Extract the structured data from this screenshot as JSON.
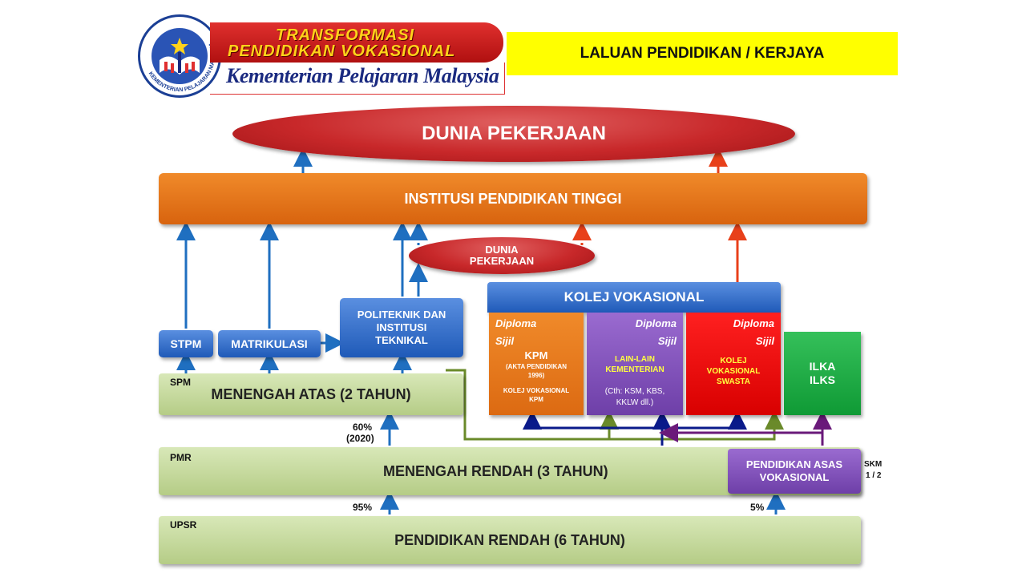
{
  "header": {
    "logo_ring": "KEMENTERIAN PELAJARAN MALAYSIA",
    "title_line1": "TRANSFORMASI",
    "title_line2": "PENDIDIKAN VOKASIONAL",
    "subtitle": "Kementerian Pelajaran Malaysia",
    "route_title": "LALUAN PENDIDIKAN / KERJAYA"
  },
  "diagram": {
    "dunia_top": "DUNIA PEKERJAAN",
    "ipt": "INSTITUSI PENDIDIKAN TINGGI",
    "dunia_mid_1": "DUNIA",
    "dunia_mid_2": "PEKERJAAN",
    "kolej_vok": "KOLEJ VOKASIONAL",
    "stpm": "STPM",
    "matrikulasi": "MATRIKULASI",
    "politeknik_1": "POLITEKNIK  DAN",
    "politeknik_2": "INSTITUSI",
    "politeknik_3": "TEKNIKAL",
    "col_kpm": {
      "diploma": "Diploma",
      "sijil": "Sijil",
      "title": "KPM",
      "sub1": "(AKTA PENDIDIKAN",
      "sub2": "1996)",
      "sub3": "KOLEJ VOKASIONAL",
      "sub4": "KPM"
    },
    "col_lain": {
      "diploma": "Diploma",
      "sijil": "Sijil",
      "title1": "LAIN-LAIN",
      "title2": "KEMENTERIAN",
      "sub1": "(Cth:  KSM, KBS,",
      "sub2": "KKLW dll.)"
    },
    "col_swasta": {
      "diploma": "Diploma",
      "sijil": "Sijil",
      "title1": "KOLEJ",
      "title2": "VOKASIONAL",
      "title3": "SWASTA"
    },
    "ilka_1": "ILKA",
    "ilka_2": "ILKS",
    "spm": "SPM",
    "menengah_atas": "MENENGAH ATAS (2 TAHUN)",
    "pct_60": "60%",
    "pct_60_year": "(2020)",
    "pmr": "PMR",
    "menengah_rendah": "MENENGAH RENDAH (3 TAHUN)",
    "pav_1": "PENDIDIKAN ASAS",
    "pav_2": "VOKASIONAL",
    "skm_1": "SKM",
    "skm_2": "1 / 2",
    "pct_95": "95%",
    "pct_5": "5%",
    "upsr": "UPSR",
    "pendidikan_rendah": "PENDIDIKAN RENDAH (6 TAHUN)"
  },
  "colors": {
    "blue_arrow": "#1f6fc0",
    "red_arrow": "#e8401a",
    "navy_arrow": "#0a1a8a",
    "olive_arrow": "#6a8a2a",
    "purple_arrow": "#6a1a7a"
  }
}
